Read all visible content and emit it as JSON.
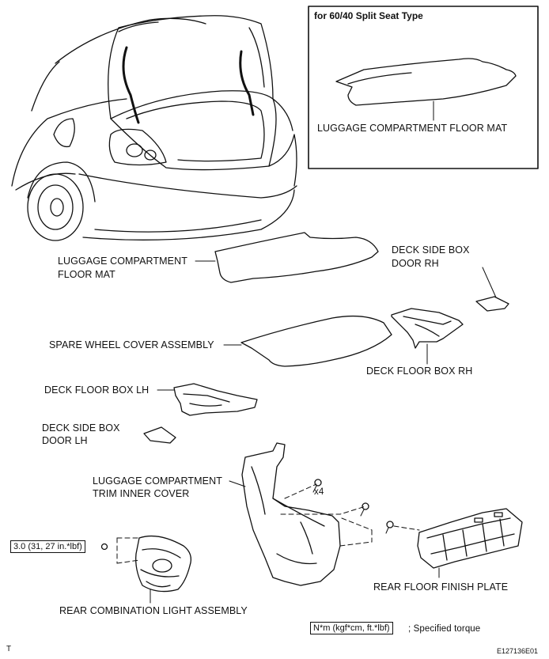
{
  "inset": {
    "title": "for 60/40 Split Seat Type",
    "part_label": "LUGGAGE COMPARTMENT FLOOR MAT"
  },
  "labels": {
    "floor_mat_line1": "LUGGAGE COMPARTMENT",
    "floor_mat_line2": "FLOOR MAT",
    "side_box_rh_line1": "DECK SIDE BOX",
    "side_box_rh_line2": "DOOR RH",
    "spare_wheel_cover": "SPARE WHEEL COVER ASSEMBLY",
    "floor_box_rh": "DECK FLOOR BOX RH",
    "floor_box_lh": "DECK FLOOR BOX LH",
    "side_box_lh_line1": "DECK SIDE BOX",
    "side_box_lh_line2": "DOOR LH",
    "trim_cover_line1": "LUGGAGE COMPARTMENT",
    "trim_cover_line2": "TRIM INNER COVER",
    "clip_count": "x4",
    "torque_value": "3.0 (31, 27 in.*lbf)",
    "rear_floor_plate": "REAR FLOOR FINISH PLATE",
    "rear_light": "REAR COMBINATION LIGHT ASSEMBLY"
  },
  "legend": {
    "unit_box": "N*m (kgf*cm, ft.*lbf)",
    "unit_text": "; Specified torque"
  },
  "footer": {
    "left_mark": "T",
    "figure_id": "E127136E01"
  },
  "colors": {
    "ink": "#111111",
    "paper": "#ffffff"
  }
}
